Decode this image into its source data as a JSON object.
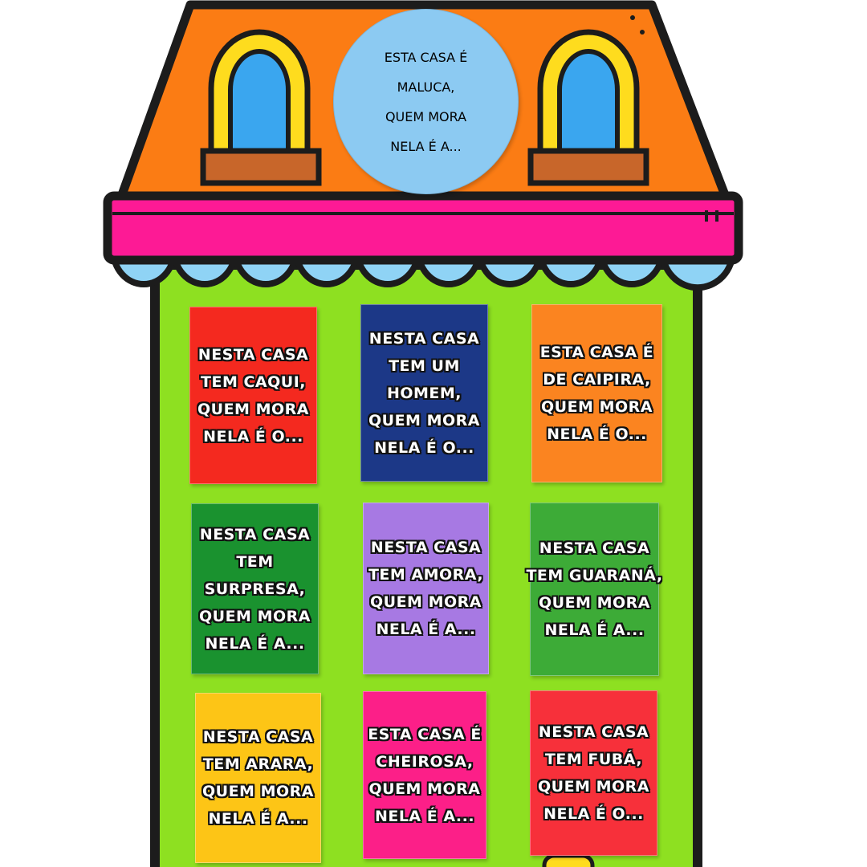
{
  "poster": {
    "roof_sign": {
      "lines": [
        "ESTA CASA É",
        "MALUCA,",
        "QUEM MORA",
        "NELA É A..."
      ],
      "color": "#8ccaf2"
    },
    "cards": [
      {
        "lines": [
          "NESTA CASA",
          "TEM CAQUI,",
          "QUEM MORA",
          "NELA É O..."
        ],
        "color": "#f4291f"
      },
      {
        "lines": [
          "NESTA CASA",
          "TEM UM",
          "HOMEM,",
          "QUEM MORA",
          "NELA É O..."
        ],
        "color": "#1c3887"
      },
      {
        "lines": [
          "ESTA CASA É",
          "DE CAIPIRA,",
          "QUEM MORA",
          "NELA É O..."
        ],
        "color": "#fb8420"
      },
      {
        "lines": [
          "NESTA CASA",
          "TEM",
          "SURPRESA,",
          "QUEM MORA",
          "NELA É A..."
        ],
        "color": "#1a922f"
      },
      {
        "lines": [
          "NESTA CASA",
          "TEM AMORA,",
          "QUEM MORA",
          "NELA É A..."
        ],
        "color": "#a779e3"
      },
      {
        "lines": [
          "NESTA CASA",
          "TEM GUARANÁ,",
          "QUEM MORA",
          "NELA É A..."
        ],
        "color": "#3dab37"
      },
      {
        "lines": [
          "NESTA CASA",
          "TEM ARARA,",
          "QUEM MORA",
          "NELA É A..."
        ],
        "color": "#fdc516"
      },
      {
        "lines": [
          "ESTA CASA É",
          "CHEIROSA,",
          "QUEM MORA",
          "NELA É A..."
        ],
        "color": "#fc1f88"
      },
      {
        "lines": [
          "NESTA CASA",
          "TEM FUBÁ,",
          "QUEM MORA",
          "NELA É O..."
        ],
        "color": "#f7303a"
      }
    ],
    "colors": {
      "roof": "#fb7c14",
      "awning_band": "#fd1a95",
      "scallops": "#8fd3f5",
      "facade": "#8ee021",
      "outline": "#1c1c1c",
      "window_glass": "#3aa6ef",
      "window_frame": "#fedc1e",
      "window_sill": "#c8662a"
    }
  }
}
